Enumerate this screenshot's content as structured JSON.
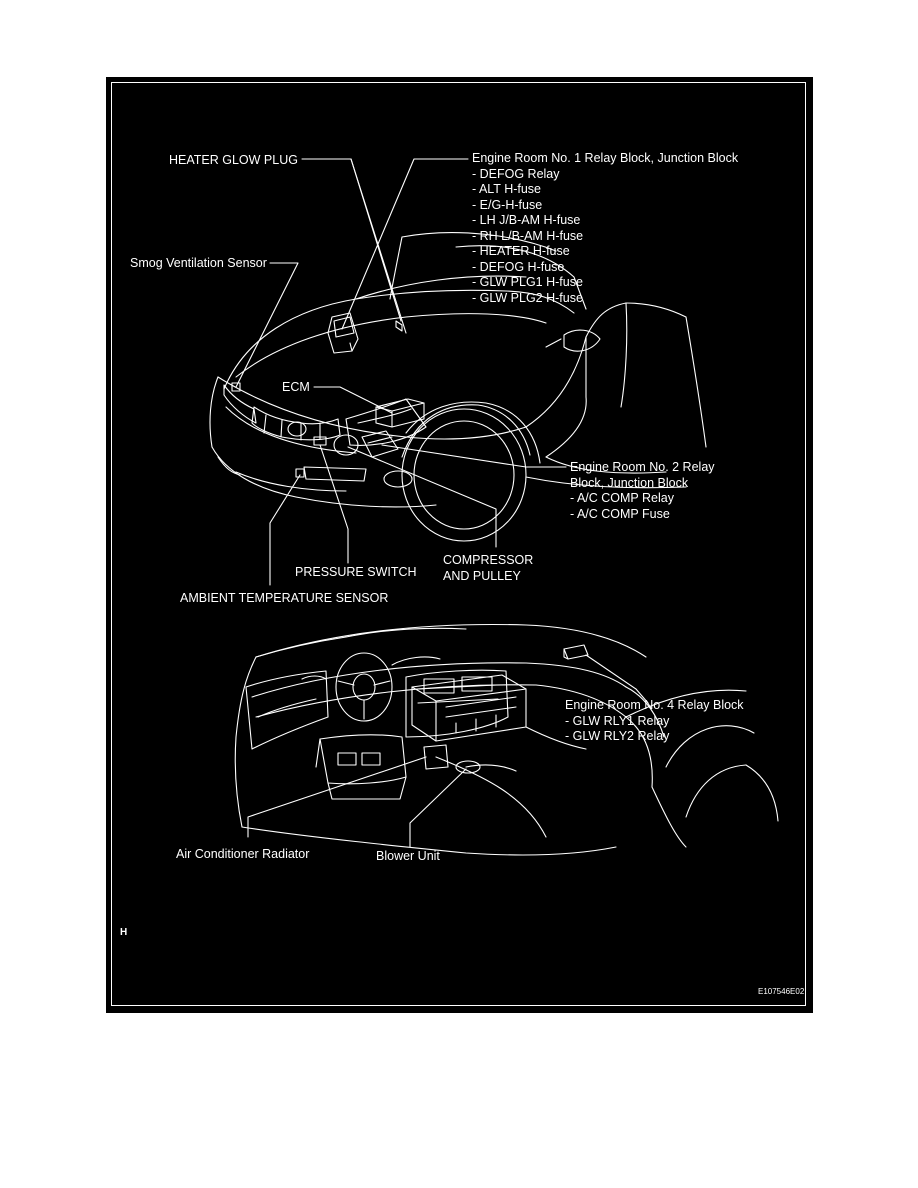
{
  "figure": {
    "background": "#000000",
    "line_color": "#ffffff",
    "corner_letter": "H",
    "figure_code": "E107546E02"
  },
  "labels": {
    "heater_glow_plug": "HEATER GLOW PLUG",
    "relay_block_1": {
      "title": "Engine Room No. 1 Relay Block, Junction Block",
      "items": [
        "- DEFOG Relay",
        "- ALT H-fuse",
        "- E/G-H-fuse",
        "- LH J/B-AM H-fuse",
        "- RH L/B-AM H-fuse",
        "- HEATER H-fuse",
        "- DEFOG H-fuse",
        "- GLW PLG1 H-fuse",
        "- GLW PLG2 H-fuse"
      ]
    },
    "smog_sensor": "Smog Ventilation Sensor",
    "ecm": "ECM",
    "relay_block_2": {
      "title_line1": "Engine Room No. 2 Relay",
      "title_line2": "Block, Junction Block",
      "items": [
        "- A/C COMP Relay",
        "- A/C COMP Fuse"
      ]
    },
    "compressor": {
      "line1": "COMPRESSOR",
      "line2": "AND PULLEY"
    },
    "pressure_switch": "PRESSURE SWITCH",
    "ambient_sensor": "AMBIENT TEMPERATURE SENSOR",
    "relay_block_4": {
      "title": "Engine Room No. 4 Relay Block",
      "items": [
        "- GLW RLY1 Relay",
        "- GLW RLY2 Relay"
      ]
    },
    "ac_radiator": "Air Conditioner Radiator",
    "blower_unit": "Blower Unit"
  }
}
